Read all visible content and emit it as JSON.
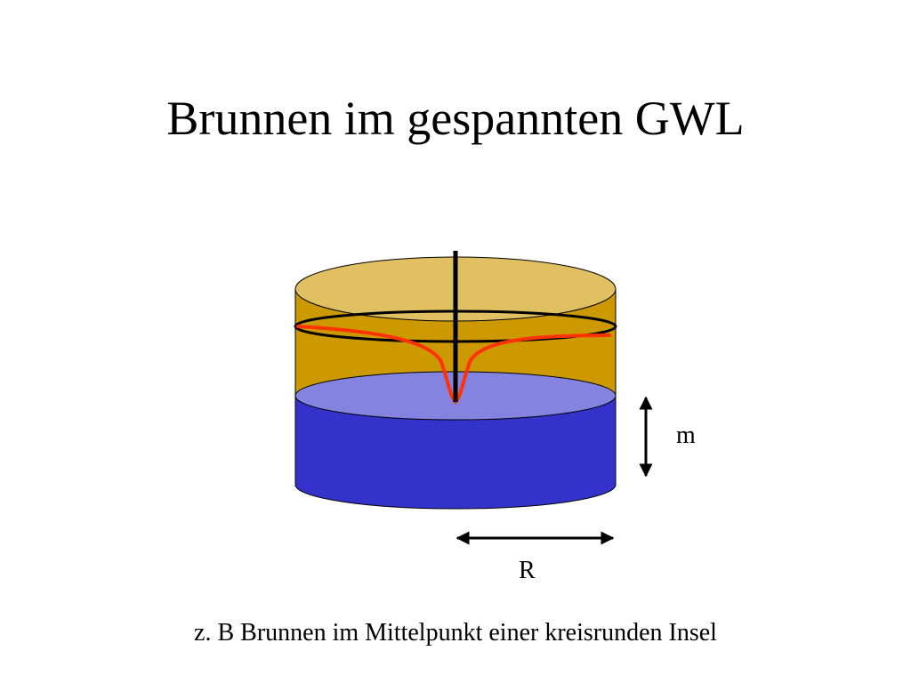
{
  "slide": {
    "title": "Brunnen im gespannten GWL",
    "caption": "z. B Brunnen im Mittelpunkt einer kreisrunden Insel"
  },
  "diagram": {
    "thickness_label": "m",
    "radius_label": "R",
    "colors": {
      "confining_layer": "#CC9900",
      "confining_layer_top": "#E0C060",
      "aquifer": "#3333CC",
      "aquifer_top": "#8484E0",
      "drawdown_curve": "#FF3300",
      "well": "#000000"
    }
  }
}
